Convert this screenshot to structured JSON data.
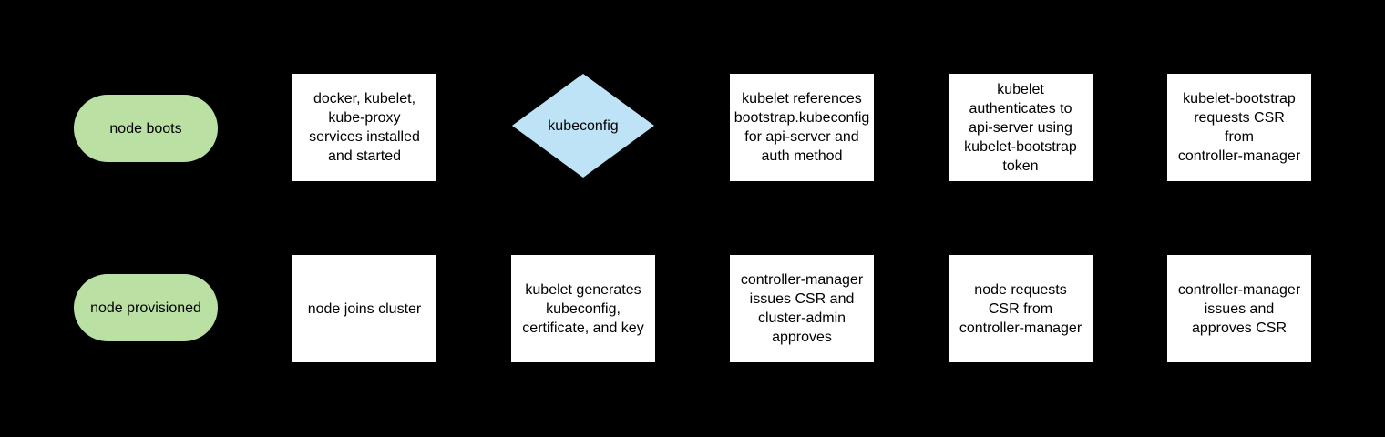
{
  "diagram": {
    "title": "kubernetes node bootstrap flowchart",
    "background_color": "#000000",
    "colors": {
      "terminator_fill": "#bae0a4",
      "decision_fill": "#bee3f6",
      "process_fill": "#ffffff",
      "text": "#000000"
    },
    "nodes": {
      "top_row": [
        {
          "type": "terminator",
          "label": "node boots"
        },
        {
          "type": "process",
          "label": "docker, kubelet,\nkube-proxy\nservices installed\nand started"
        },
        {
          "type": "decision",
          "label": "kubeconfig"
        },
        {
          "type": "process",
          "label": "kubelet references\nbootstrap.kubeconfig\nfor api-server and\nauth method"
        },
        {
          "type": "process",
          "label": "kubelet\nauthenticates to\napi-server using\nkubelet-bootstrap\ntoken"
        },
        {
          "type": "process",
          "label": "kubelet-bootstrap\nrequests CSR\nfrom\ncontroller-manager"
        }
      ],
      "bottom_row": [
        {
          "type": "terminator",
          "label": "node provisioned"
        },
        {
          "type": "process",
          "label": "node joins cluster"
        },
        {
          "type": "process",
          "label": "kubelet generates\nkubeconfig,\ncertificate, and key"
        },
        {
          "type": "process",
          "label": "controller-manager\nissues CSR and\ncluster-admin\napproves"
        },
        {
          "type": "process",
          "label": "node requests\nCSR from\ncontroller-manager"
        },
        {
          "type": "process",
          "label": "controller-manager\nissues and\napproves CSR"
        }
      ]
    }
  }
}
